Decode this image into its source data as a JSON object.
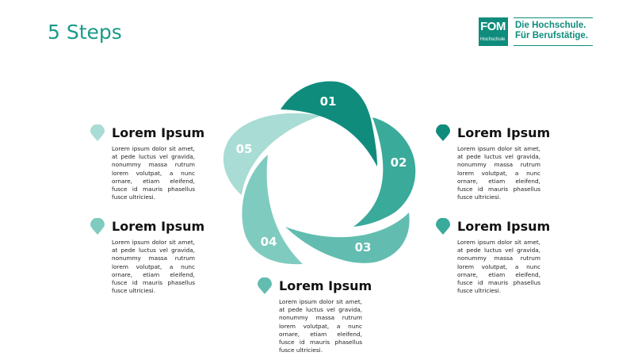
{
  "title": "5 Steps",
  "logo": {
    "brand": "FOM",
    "sub": "Hochschule",
    "tagline_1": "Die Hochschule.",
    "tagline_2": "Für Berufstätige."
  },
  "colors": {
    "step_01": "#0f8c7c",
    "step_02": "#3aaa9a",
    "step_03": "#62bdb0",
    "step_04": "#7fcbbf",
    "step_05": "#a8dcd4"
  },
  "steps": [
    {
      "number": "01",
      "color": "#0f8c7c"
    },
    {
      "number": "02",
      "color": "#3aaa9a"
    },
    {
      "number": "03",
      "color": "#62bdb0"
    },
    {
      "number": "04",
      "color": "#7fcbbf"
    },
    {
      "number": "05",
      "color": "#a8dcd4"
    }
  ],
  "blocks": [
    {
      "heading": "Lorem Ipsum",
      "text": "Lorem ipsum dolor sit amet, at pede luctus vel gravida, nonummy massa rutrum lorem volutpat, a nunc ornare, etiam eleifend, fusce id mauris phasellus fusce ultriciesi.",
      "color": "#a8dcd4"
    },
    {
      "heading": "Lorem Ipsum",
      "text": "Lorem ipsum dolor sit amet, at pede luctus vel gravida, nonummy massa rutrum lorem volutpat, a nunc ornare, etiam eleifend, fusce id mauris phasellus fusce ultriciesi.",
      "color": "#7fcbbf"
    },
    {
      "heading": "Lorem Ipsum",
      "text": "Lorem ipsum dolor sit amet, at pede luctus vel gravida, nonummy massa rutrum lorem volutpat, a nunc ornare, etiam eleifend, fusce id mauris phasellus fusce ultriciesi.",
      "color": "#0f8c7c"
    },
    {
      "heading": "Lorem Ipsum",
      "text": "Lorem ipsum dolor sit amet, at pede luctus vel gravida, nonummy massa rutrum lorem volutpat, a nunc ornare, etiam eleifend, fusce id mauris phasellus fusce ultriciesi.",
      "color": "#3aaa9a"
    },
    {
      "heading": "Lorem Ipsum",
      "text": "Lorem ipsum dolor sit amet, at pede luctus vel gravida, nonummy massa rutrum lorem volutpat, a nunc ornare, etiam eleifend, fusce id mauris phasellus fusce ultriciesi.",
      "color": "#62bdb0"
    }
  ]
}
